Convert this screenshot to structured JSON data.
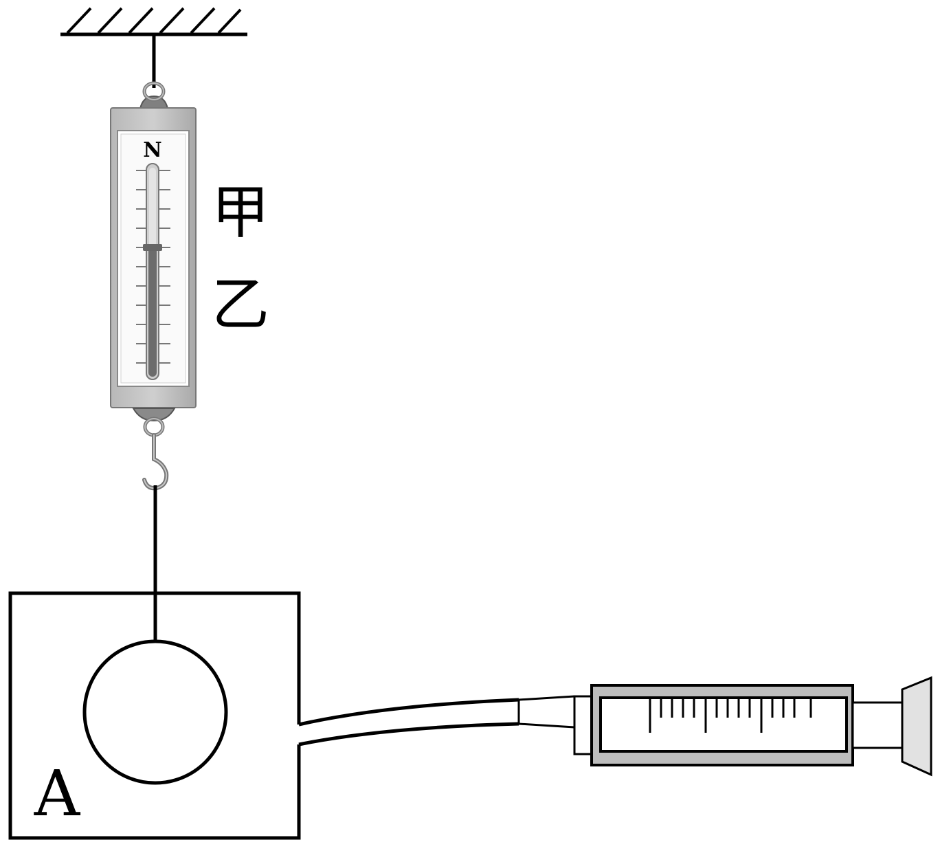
{
  "diagram": {
    "spring_scale": {
      "unit_label": "N",
      "mark_upper": "甲",
      "mark_lower": "乙"
    },
    "container": {
      "label": "A"
    }
  }
}
